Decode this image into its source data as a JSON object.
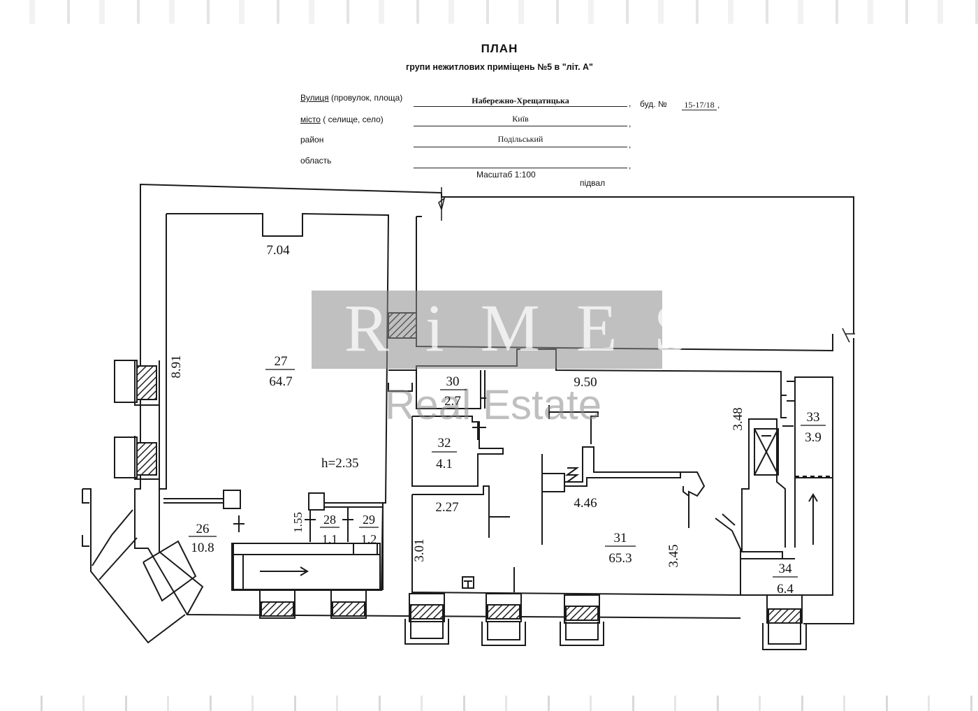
{
  "header": {
    "title": "ПЛАН",
    "subtitle": "групи нежитлових приміщень №5 в \"літ. А\""
  },
  "address": {
    "street_label_main": "Вулиця",
    "street_label_rest": " (провулок, площа)",
    "street_value": "Набережно-Хрещатицька",
    "building_label": "буд. №",
    "building_value": "15-17/18",
    "city_label_main": "місто",
    "city_label_rest": " ( селище, село)",
    "city_value": "Київ",
    "district_label": "район",
    "district_value": "Подільський",
    "region_label": "область",
    "region_value": ""
  },
  "scale": "Масштаб 1:100",
  "level": "підвал",
  "watermark": {
    "brand": "P R i M E S",
    "tagline": "Real Estate",
    "color": "#9e9e9e"
  },
  "rooms": [
    {
      "number": "27",
      "area": "64.7"
    },
    {
      "number": "26",
      "area": "10.8"
    },
    {
      "number": "28",
      "area": "1.1"
    },
    {
      "number": "29",
      "area": "1.2"
    },
    {
      "number": "30",
      "area": "2.7"
    },
    {
      "number": "32",
      "area": "4.1"
    },
    {
      "number": "31",
      "area": "65.3"
    },
    {
      "number": "33",
      "area": "3.9"
    },
    {
      "number": "34",
      "area": "6.4"
    }
  ],
  "room27_height": "h=2.35",
  "dimensions": {
    "room27_width": "7.04",
    "room27_length": "8.91",
    "room28_length": "1.55",
    "room31_width": "9.50",
    "room31_mid": "4.46",
    "room31_left": "2.27",
    "room31_side": "3.01",
    "room31_right": "3.45",
    "stair_side": "3.48"
  },
  "colors": {
    "line": "#1a1a1a",
    "hatch": "#222222",
    "watermark_fill": "#8c8c8c"
  }
}
